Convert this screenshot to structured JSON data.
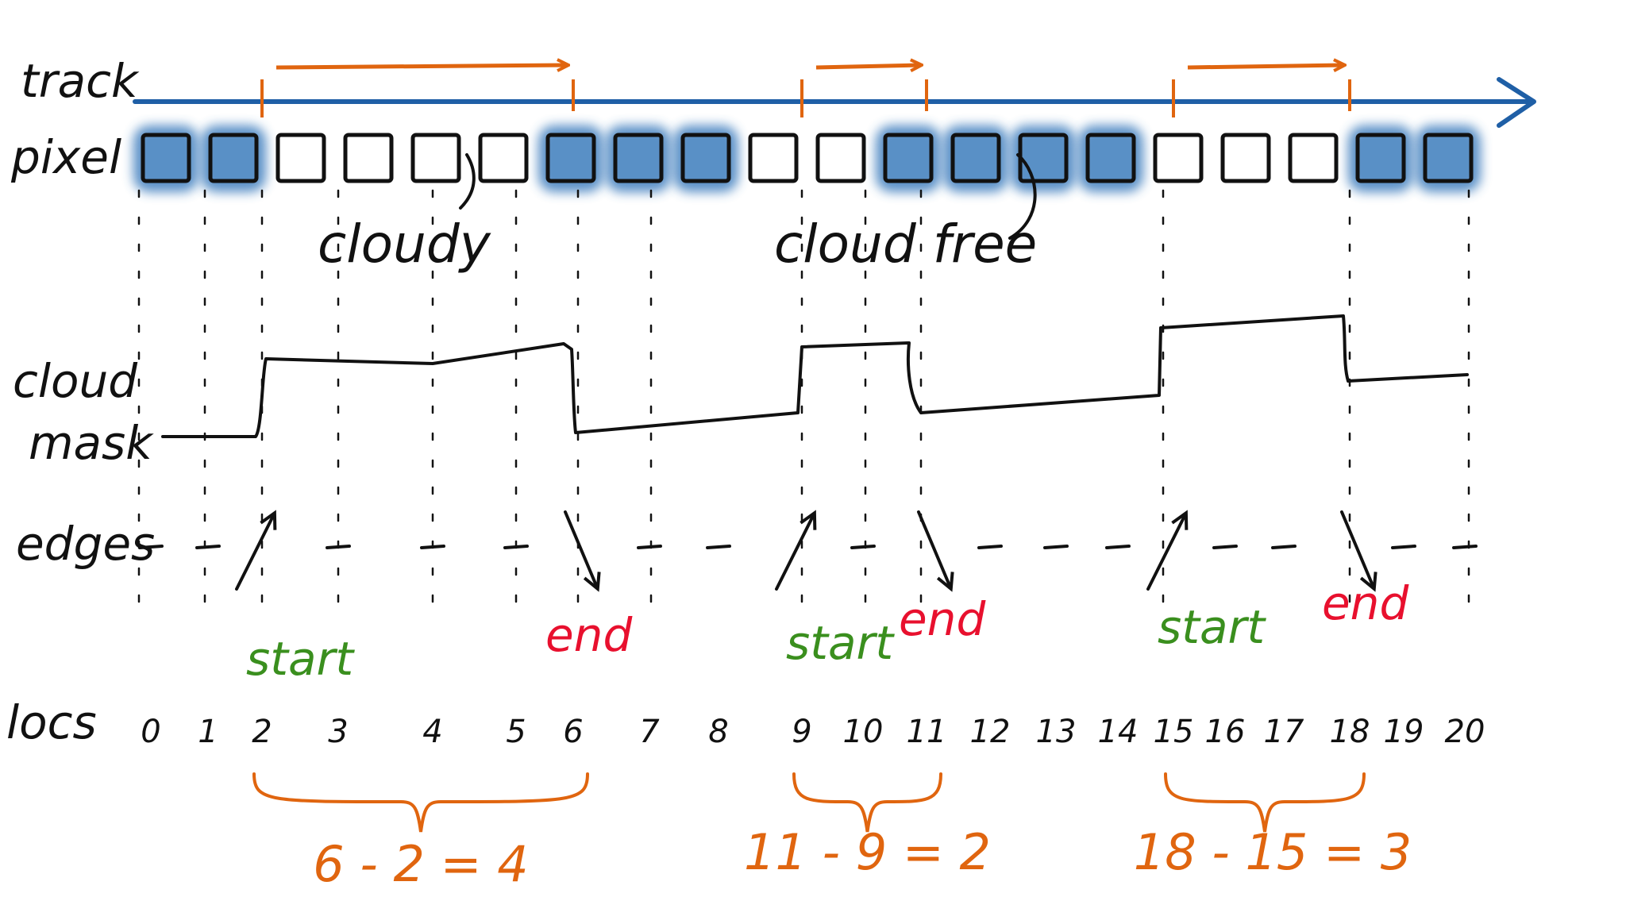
{
  "labels": {
    "track": "track",
    "pixel": "pixel",
    "cloud_mask_line1": "cloud",
    "cloud_mask_line2": "mask",
    "edges": "edges",
    "locs": "locs"
  },
  "annotations": {
    "cloudy": "cloudy",
    "cloud_free": "cloud free"
  },
  "edge_words": {
    "start": "start",
    "end": "end"
  },
  "locs": [
    "0",
    "1",
    "2",
    "3",
    "4",
    "5",
    "6",
    "7",
    "8",
    "9",
    "10",
    "11",
    "12",
    "13",
    "14",
    "15",
    "16",
    "17",
    "18",
    "19",
    "20"
  ],
  "pixel_states": [
    "cloudy",
    "cloudy",
    "clear",
    "clear",
    "clear",
    "clear",
    "cloudy",
    "cloudy",
    "cloudy",
    "clear",
    "clear",
    "cloudy",
    "cloudy",
    "cloudy",
    "cloudy",
    "clear",
    "clear",
    "clear",
    "cloudy",
    "cloudy"
  ],
  "segments": [
    {
      "start": 2,
      "end": 6,
      "equation": "6 - 2 = 4"
    },
    {
      "start": 9,
      "end": 11,
      "equation": "11 - 9 = 2"
    },
    {
      "start": 15,
      "end": 18,
      "equation": "18 - 15 = 3"
    }
  ],
  "colors": {
    "track_blue": "#1f5fa6",
    "cloud_blue": "#3e7dbd",
    "orange": "#e0650f",
    "green": "#3a8f1e",
    "red": "#e8102e",
    "ink": "#111111"
  }
}
